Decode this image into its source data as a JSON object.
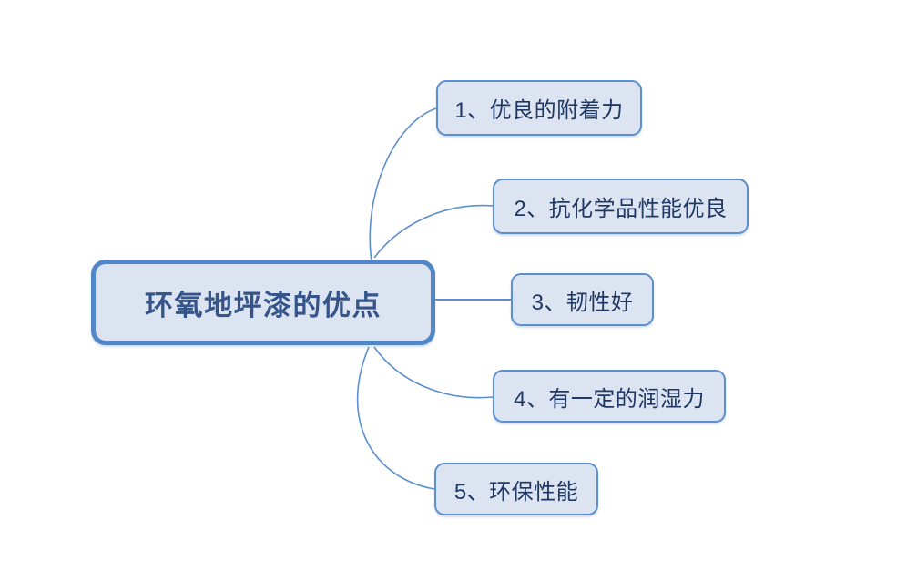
{
  "diagram": {
    "type": "mind-map",
    "title": "环氧地坪漆的优点",
    "orientation": "left-root-right-branches",
    "colors": {
      "background": "#ffffff",
      "node_fill": "#dce3f1",
      "central_border": "#5186c8",
      "branch_border": "#5b8fd0",
      "connector": "#5b8fd0",
      "central_text": "#35558a",
      "branch_text": "#1f3864"
    },
    "central_node": {
      "label": "环氧地坪漆的优点"
    },
    "branches": [
      {
        "index": "1",
        "label": "1、优良的附着力",
        "connector": "curve"
      },
      {
        "index": "2",
        "label": "2、抗化学品性能优良",
        "connector": "curve"
      },
      {
        "index": "3",
        "label": "3、韧性好",
        "connector": "straight"
      },
      {
        "index": "4",
        "label": "4、有一定的润湿力",
        "connector": "curve"
      },
      {
        "index": "5",
        "label": "5、环保性能",
        "connector": "curve"
      }
    ]
  }
}
